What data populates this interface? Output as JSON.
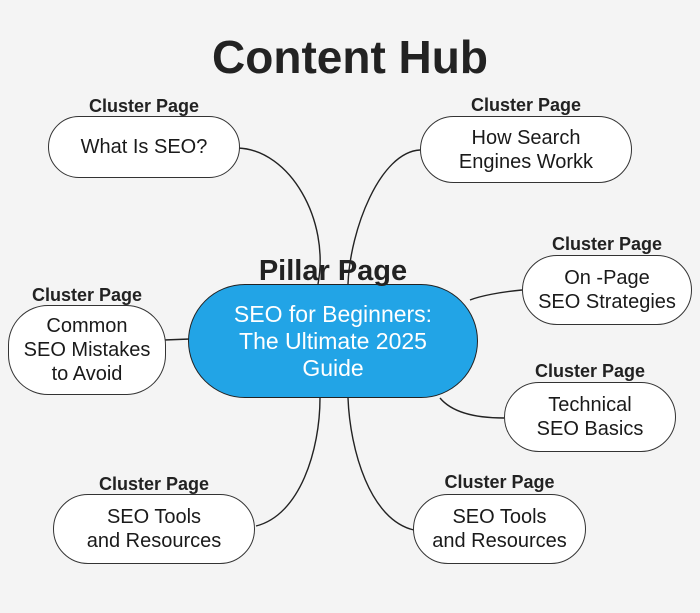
{
  "title": "Content Hub",
  "pillar": {
    "label": "Pillar Page",
    "text": "SEO for Beginners:\nThe Ultimate 2025\nGuide",
    "color": "#22a4e6"
  },
  "clusters": [
    {
      "label": "Cluster Page",
      "text": "What Is SEO?"
    },
    {
      "label": "Cluster Page",
      "text": "How Search\nEngines Workk"
    },
    {
      "label": "Cluster Page",
      "text": "On -Page\nSEO Strategies"
    },
    {
      "label": "Cluster Page",
      "text": "Common\nSEO Mistakes\nto Avoid"
    },
    {
      "label": "Cluster Page",
      "text": "Technical\nSEO Basics"
    },
    {
      "label": "Cluster Page",
      "text": "SEO Tools\nand Resources"
    },
    {
      "label": "Cluster Page",
      "text": "SEO Tools\nand Resources"
    }
  ]
}
